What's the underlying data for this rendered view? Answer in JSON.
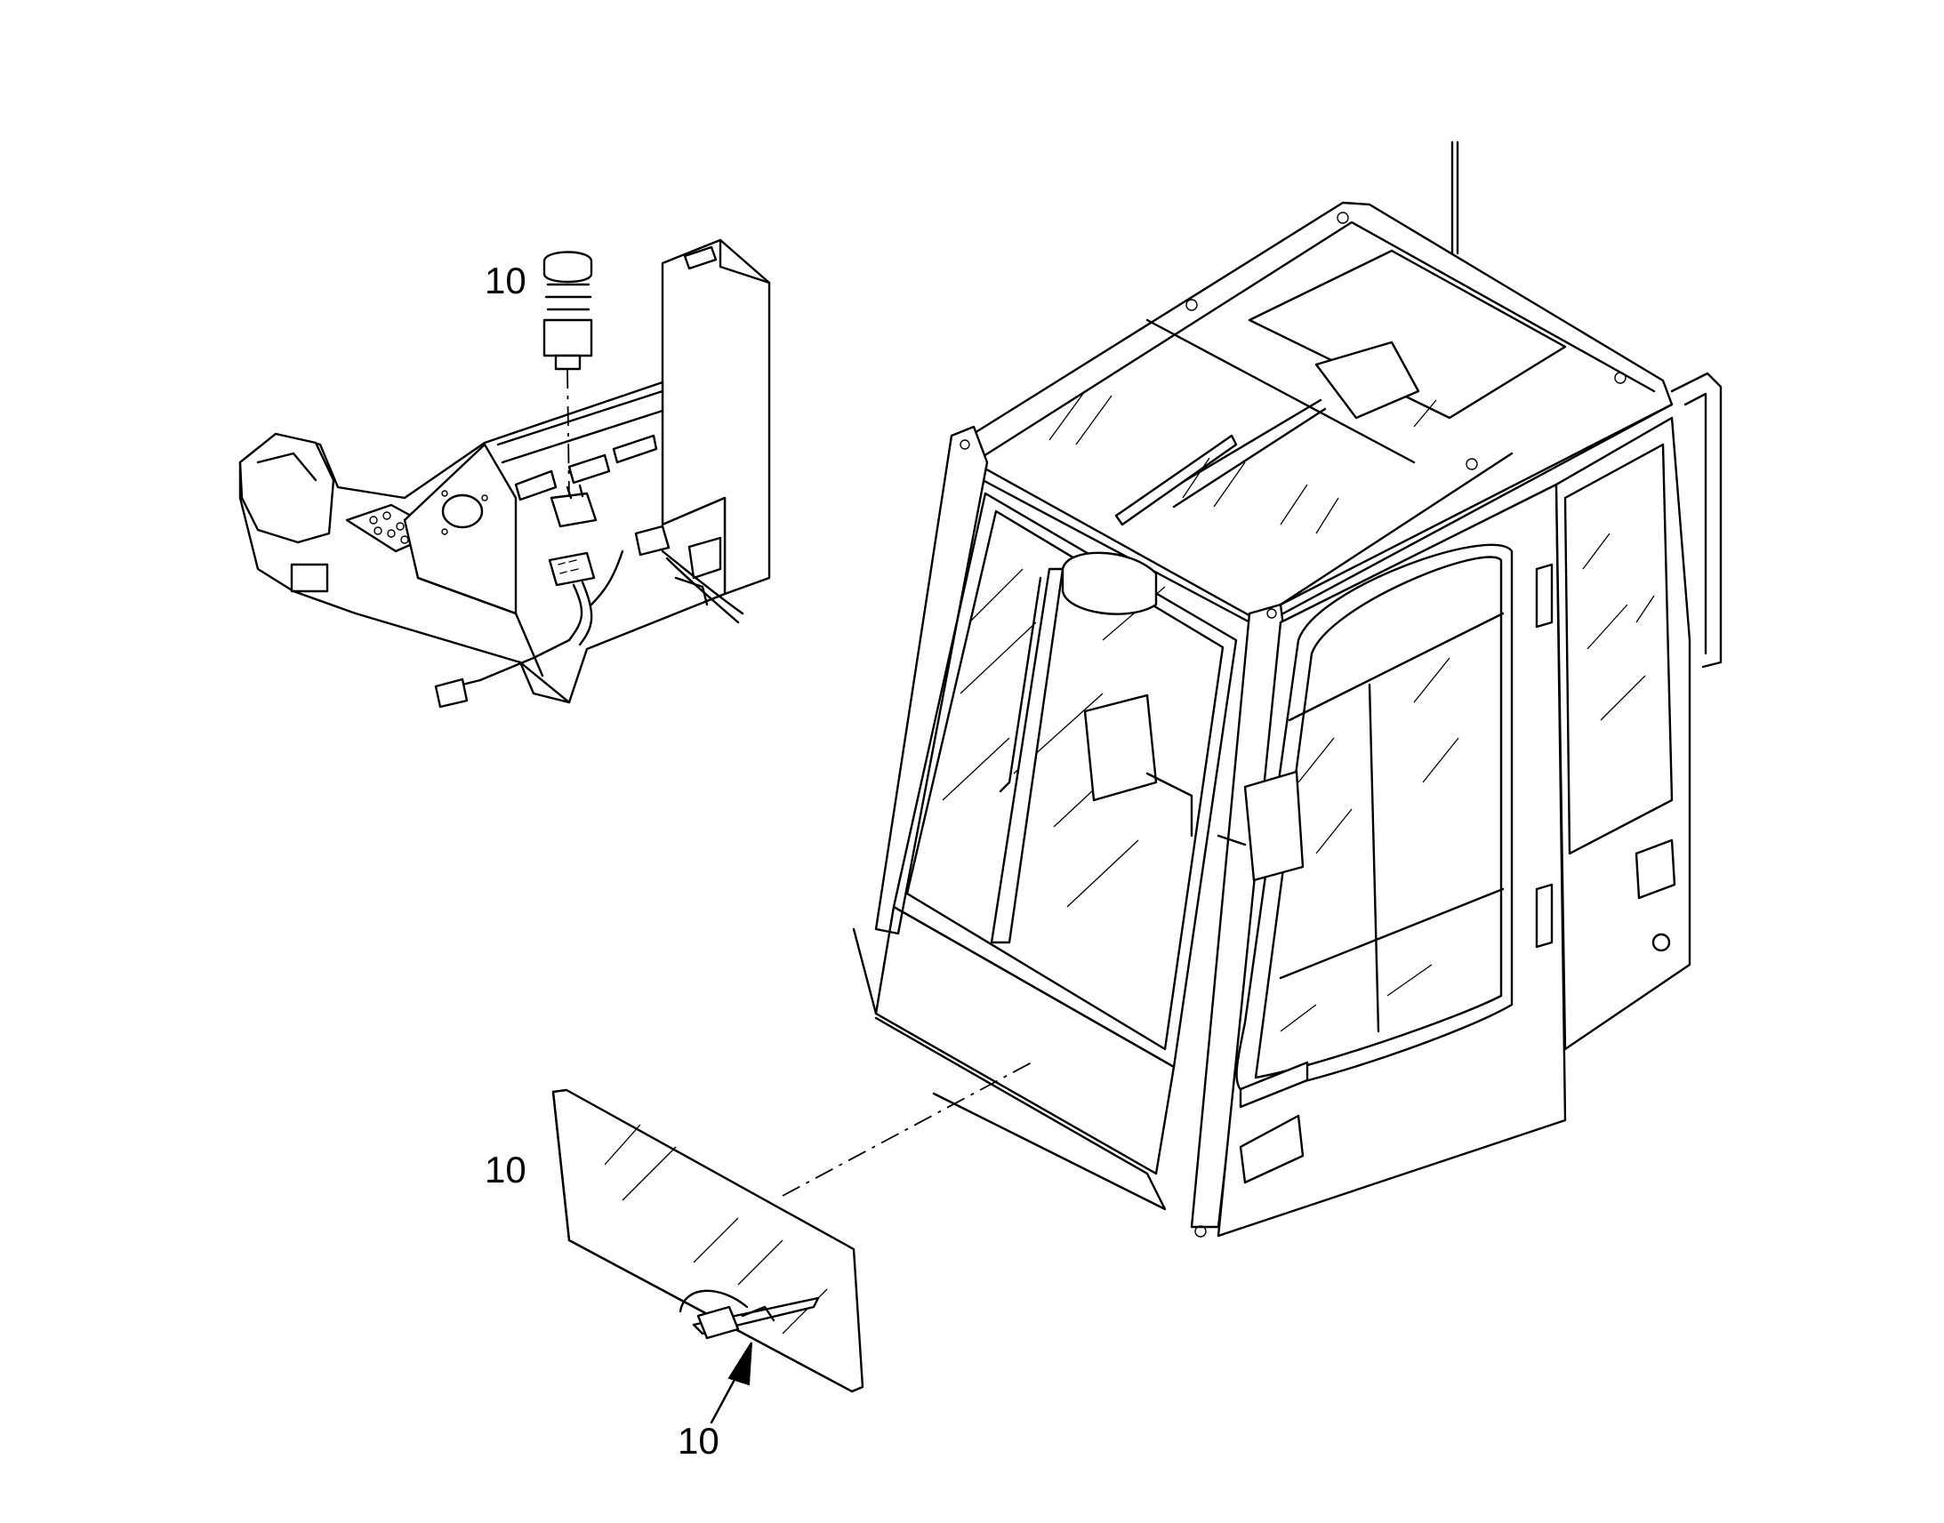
{
  "callouts": [
    {
      "id": "callout-top",
      "text": "10"
    },
    {
      "id": "callout-middle",
      "text": "10"
    },
    {
      "id": "callout-bottom",
      "text": "10"
    }
  ],
  "colors": {
    "line": "#000000",
    "background": "#ffffff"
  }
}
